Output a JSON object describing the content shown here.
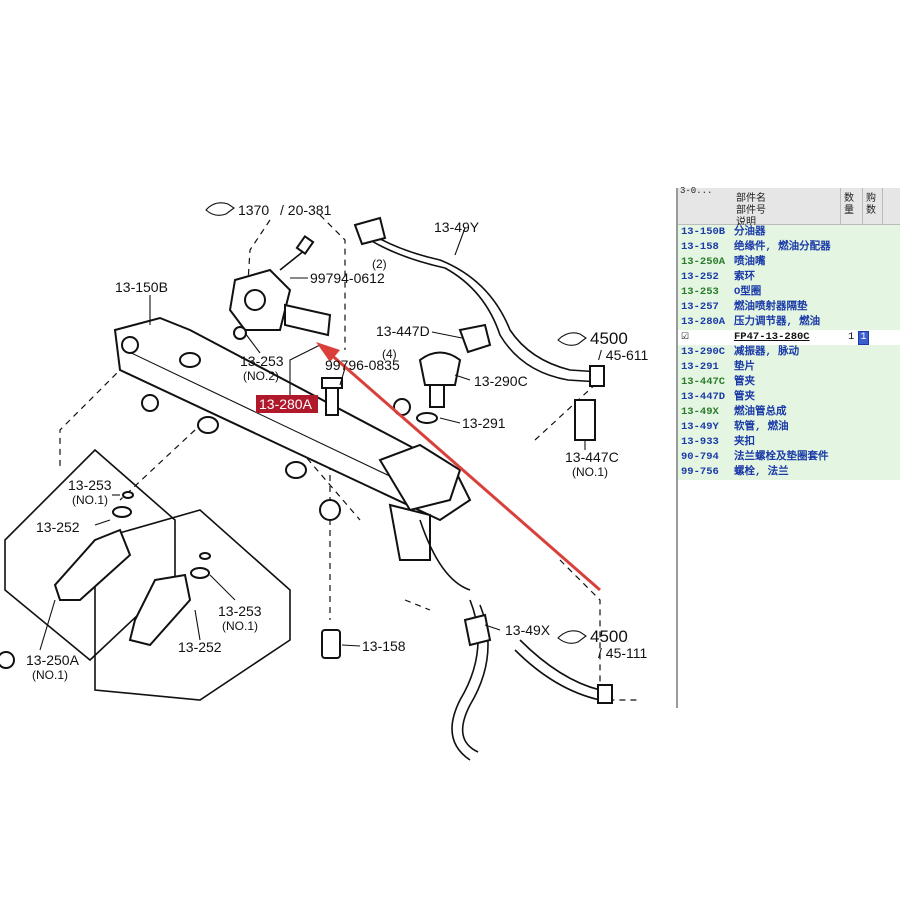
{
  "diagram": {
    "callouts": {
      "ref_1370": "1370",
      "ref_20381": "/ 20-381",
      "ref_4500_top": "4500",
      "ref_45611": "/ 45-611",
      "ref_4500_bottom": "4500",
      "ref_45111": "/ 45-111",
      "p_13150B": "13-150B",
      "p_99794": "99794-0612",
      "p_13253_no2": "13-253",
      "no2": "(NO.2)",
      "p_13280A": "13-280A",
      "p_99796": "99796-0835",
      "qty4": "(4)",
      "qty2": "(2)",
      "p_13447D": "13-447D",
      "p_13290C": "13-290C",
      "p_13291": "13-291",
      "p_13447C": "13-447C",
      "no1_447c": "(NO.1)",
      "p_1349Y": "13-49Y",
      "p_1349X": "13-49X",
      "p_13253_no1a": "13-253",
      "no1_a": "(NO.1)",
      "p_13252_a": "13-252",
      "p_13250A": "13-250A",
      "no1_250a": "(NO.1)",
      "p_13253_no1b": "13-253",
      "no1_b": "(NO.1)",
      "p_13252_b": "13-252",
      "p_13158": "13-158"
    }
  },
  "panel": {
    "header_top": "3-0...",
    "header_desc_1": "部件名",
    "header_desc_2": "部件号",
    "header_desc_3": "说明",
    "header_qty": "数量",
    "header_buy": "购数",
    "rows": [
      {
        "code": "13-150B",
        "desc": "分油器"
      },
      {
        "code": "13-158",
        "desc": "绝缘件, 燃油分配器"
      },
      {
        "code": "13-250A",
        "desc": "喷油嘴"
      },
      {
        "code": "13-252",
        "desc": "索环"
      },
      {
        "code": "13-253",
        "desc": "O型圈"
      },
      {
        "code": "13-257",
        "desc": "燃油喷射器隔垫"
      },
      {
        "code": "13-280A",
        "desc": "压力调节器, 燃油"
      }
    ],
    "selected": {
      "check": "☑",
      "part_number": "FP47-13-280C",
      "qty": "1",
      "buy": "1"
    },
    "rows_after": [
      {
        "code": "13-290C",
        "desc": "减振器, 脉动"
      },
      {
        "code": "13-291",
        "desc": "垫片"
      },
      {
        "code": "13-447C",
        "desc": "管夹"
      },
      {
        "code": "13-447D",
        "desc": "管夹"
      },
      {
        "code": "13-49X",
        "desc": "燃油管总成"
      },
      {
        "code": "13-49Y",
        "desc": "软管, 燃油"
      },
      {
        "code": "13-933",
        "desc": "夹扣"
      },
      {
        "code": "90-794",
        "desc": "法兰螺栓及垫圈套件"
      },
      {
        "code": "99-756",
        "desc": "螺栓, 法兰"
      }
    ]
  },
  "colors": {
    "highlight_label": "#b0182c",
    "arrow": "#d9403a",
    "row_bg": "#e4f6e1",
    "code_blue": "#1a3aa8"
  }
}
